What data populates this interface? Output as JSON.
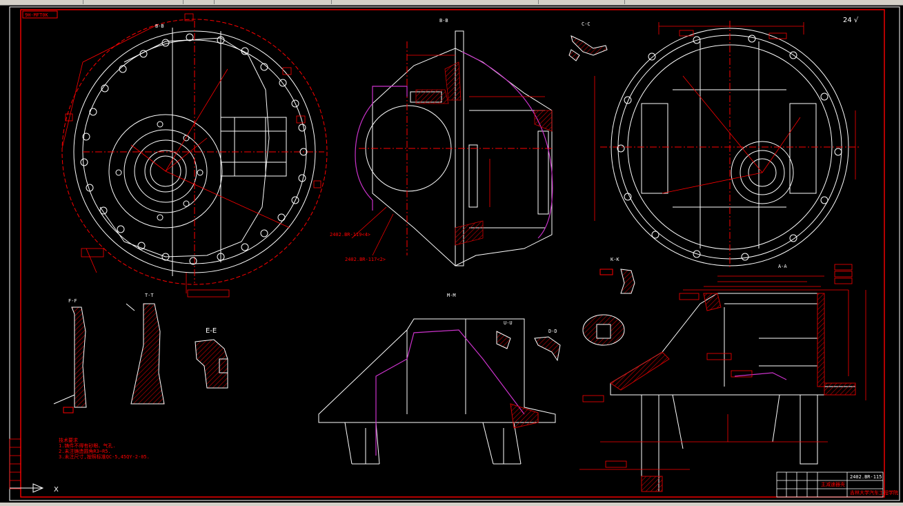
{
  "toolbar": {
    "segments": 6
  },
  "drawing": {
    "top_left_tag": "9H-MFT0K",
    "sheet_mark": "24 √",
    "part_numbers": {
      "main": "2402.BR-115",
      "ref_a": "2402.BR-119<4>",
      "ref_b": "2402.BR-117<2>"
    },
    "section_labels": {
      "b_b": "B-B",
      "c_c": "C-C",
      "f_f": "F-F",
      "t_t": "T-T",
      "e_e": "E-E",
      "a_a": "A-A",
      "m_m": "M-M",
      "u_u": "U-U",
      "d_d": "D-D",
      "k_k": "K-K"
    },
    "notes": [
      "技术要求",
      "1.铸件不得有砂眼、气孔.",
      "2.未注铸造圆角R3~R5.",
      "3.未注尺寸,按照标准QC-5,45QY-2-05."
    ],
    "ucs": {
      "x_label": "X"
    },
    "title_block": {
      "part_no": "2402.BR-115",
      "name": "主减速器壳",
      "school": "吉林大学汽车工程学院"
    }
  },
  "colors": {
    "line": "#ffffff",
    "dim": "#ff0000",
    "hatch": "#cc0000",
    "hidden": "#cc33cc",
    "bg": "#000000",
    "border": "#ff0000"
  }
}
